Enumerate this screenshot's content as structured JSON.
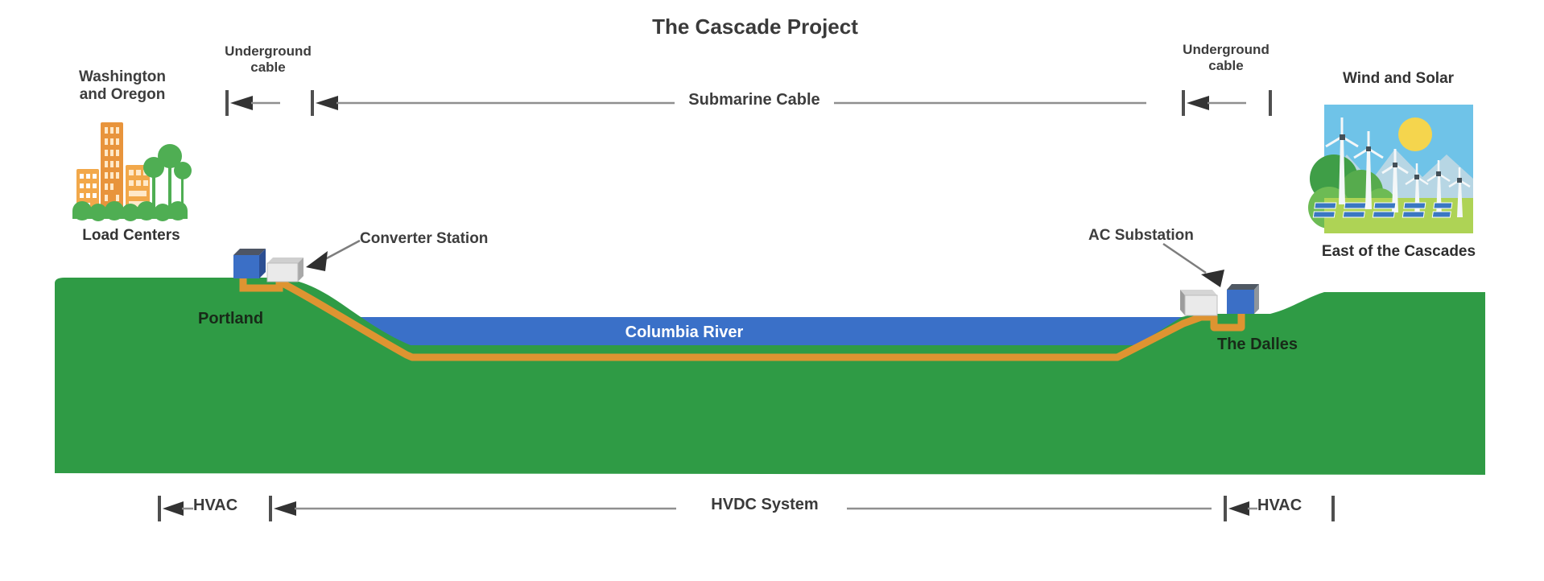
{
  "title": "The Cascade Project",
  "labels": {
    "region_left": "Washington\nand Oregon",
    "load_centers": "Load Centers",
    "underground_cable_left": "Underground\ncable",
    "submarine_cable": "Submarine Cable",
    "underground_cable_right": "Underground\ncable",
    "wind_and_solar": "Wind and Solar",
    "east_of_cascades": "East of the Cascades",
    "converter_station": "Converter Station",
    "ac_substation": "AC Substation",
    "portland": "Portland",
    "columbia_river": "Columbia River",
    "the_dalles": "The Dalles",
    "hvac_left": "HVAC",
    "hvdc_system": "HVDC System",
    "hvac_right": "HVAC"
  },
  "icons": {
    "load_centers_icon": "city-buildings-and-trees",
    "generation_icon": "wind-turbines-and-solar-panels",
    "dimension_markers": "left-pointing-arrowheads-with-end-bars"
  },
  "colors": {
    "terrain_green": "#2f9b45",
    "river_blue": "#3a70c8",
    "cable_orange": "#de9431",
    "station_blue": "#3b6fc6",
    "station_white": "#eaeaea",
    "label_gray": "#3d3d3d",
    "dimension_line_gray": "#8f8f8f",
    "illustration_sky": "#6fc3e8",
    "illustration_sun": "#f5d54d",
    "city_orange": "#eda03f"
  }
}
